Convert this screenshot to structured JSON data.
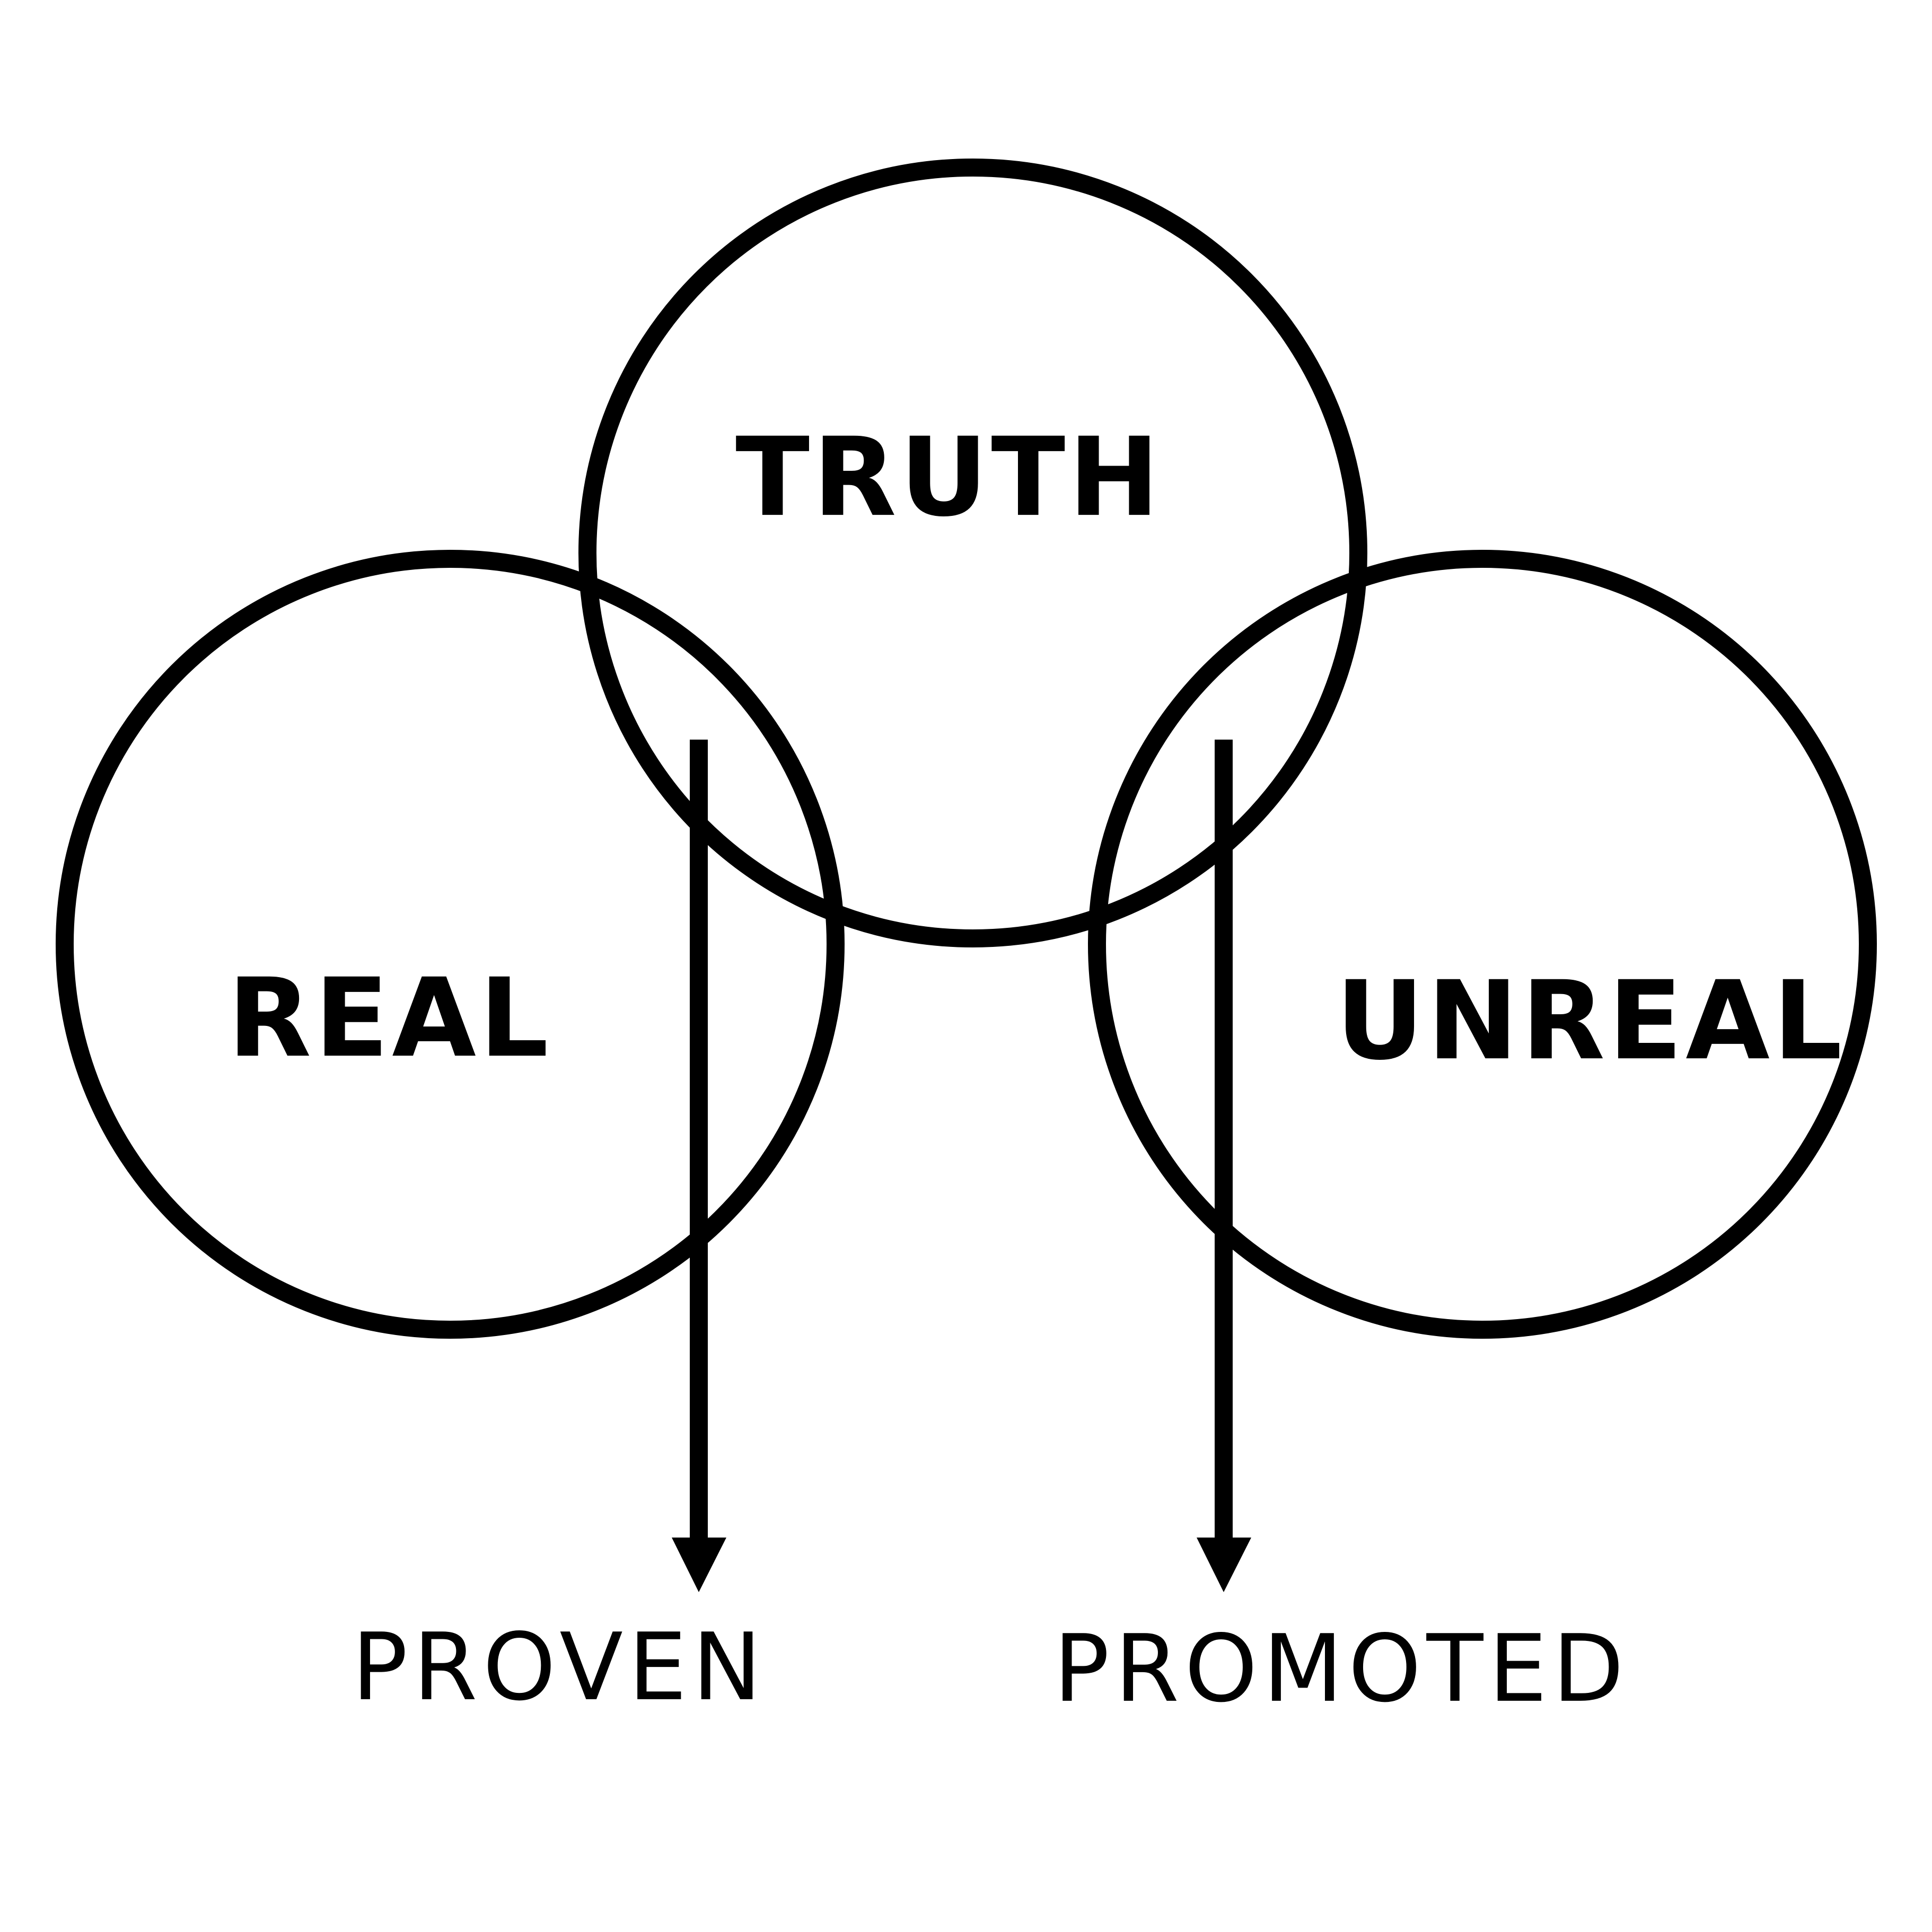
{
  "diagram": {
    "circles": {
      "truth": "TRUTH",
      "real": "REAL",
      "unreal": "UNREAL"
    },
    "outcomes": {
      "proven": "PROVEN",
      "promoted": "PROMOTED"
    },
    "colors": {
      "stroke": "#000000",
      "background": "#ffffff"
    }
  }
}
